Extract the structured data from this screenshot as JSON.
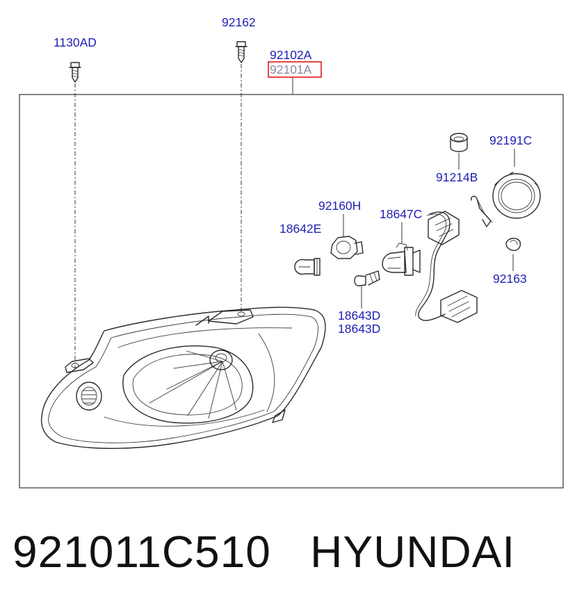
{
  "callouts": {
    "bolt_left": "1130AD",
    "bolt_top": "92162",
    "assembly_alt": "92102A",
    "assembly_main": "92101A",
    "cap": "91214B",
    "ring": "92191C",
    "socket": "92160H",
    "harness": "18647C",
    "bulb_small": "18642E",
    "bulb_wedge_a": "18643D",
    "bulb_wedge_b": "18643D",
    "clip": "92163"
  },
  "highlight": {
    "part": "92101A",
    "color": "#e01818"
  },
  "caption": {
    "part_number": "921011C510",
    "brand": "HYUNDAI"
  },
  "colors": {
    "callout_text": "#1e1eb4",
    "line_art": "#2a2a2a"
  }
}
